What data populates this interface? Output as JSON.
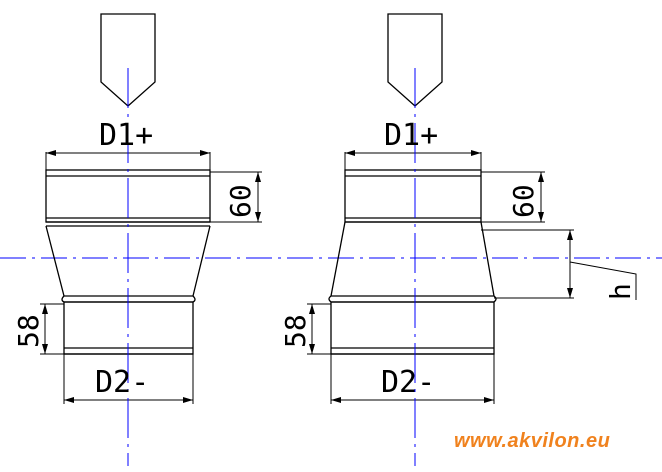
{
  "left_figure": {
    "top_diameter_label": "D1+",
    "bottom_diameter_label": "D2-",
    "top_length_label": "60",
    "bottom_length_label": "58"
  },
  "right_figure": {
    "top_diameter_label": "D1+",
    "bottom_diameter_label": "D2-",
    "top_length_label": "60",
    "bottom_length_label": "58",
    "height_label": "h"
  },
  "website": "www.akvilon.eu",
  "colors": {
    "lines": "#000000",
    "axis": "#0000ff",
    "website": "#f0821e"
  }
}
